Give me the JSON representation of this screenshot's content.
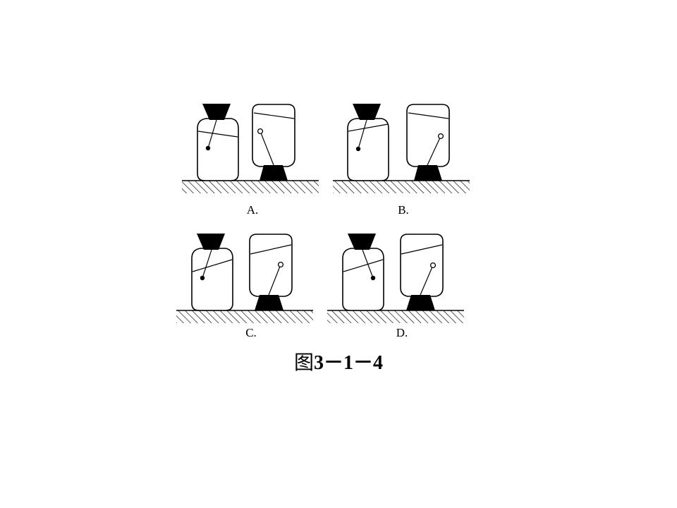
{
  "panels": [
    {
      "label": "A.",
      "left_bottle_ball": "filled",
      "right_bottle_ball": "hollow",
      "right_string_lean": "left"
    },
    {
      "label": "B.",
      "left_bottle_ball": "filled",
      "right_bottle_ball": "hollow",
      "right_string_lean": "right"
    },
    {
      "label": "C.",
      "left_bottle_ball": "filled",
      "right_bottle_ball": "hollow",
      "right_string_lean": "right"
    },
    {
      "label": "D.",
      "left_bottle_ball": "filled",
      "right_bottle_ball": "hollow",
      "right_string_lean": "right"
    }
  ],
  "caption": {
    "prefix": "图",
    "number": "3－1－4"
  },
  "colors": {
    "ink": "#000000",
    "paper": "#ffffff"
  }
}
